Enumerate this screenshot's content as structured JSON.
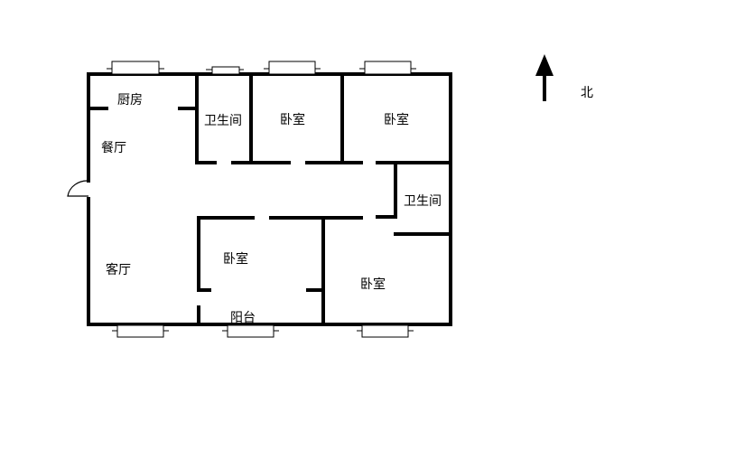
{
  "rooms": {
    "kitchen": "厨房",
    "dining": "餐厅",
    "bathroom_1": "卫生间",
    "bedroom_1": "卧室",
    "bedroom_2": "卧室",
    "bathroom_2": "卫生间",
    "living": "客厅",
    "bedroom_3": "卧室",
    "bedroom_4": "卧室",
    "balcony": "阳台"
  },
  "compass": {
    "label": "北"
  },
  "colors": {
    "wall": "#000000",
    "background": "#ffffff"
  }
}
